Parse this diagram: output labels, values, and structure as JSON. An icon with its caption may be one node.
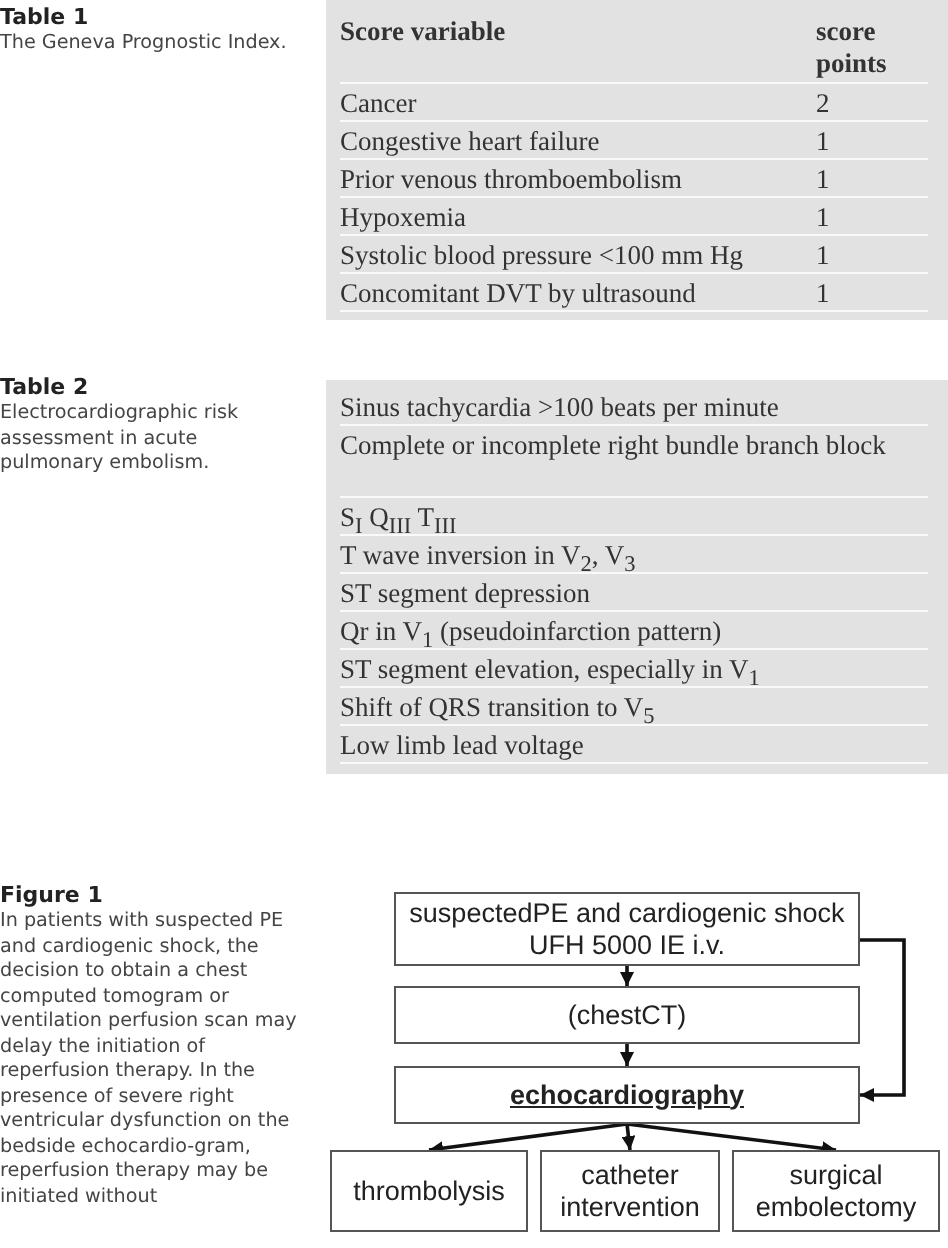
{
  "diagram": {
    "nodes": [
      {
        "text": [
          "suspectedPE and cardiogenic shock UFH 5000 IE i.v."
        ]
      },
      {
        "text": [
          "(chestCT)"
        ]
      },
      {
        "text": [
          "echocardiography"
        ]
      },
      {
        "text": [
          "thrombolysis"
        ]
      },
      {
        "text": [
          "catheter intervention"
        ]
      },
      {
        "text": [
          "surgical embolectomy"
        ]
      }
    ],
    "edges": [
      {
        "from": 0,
        "to": 1,
        "arrow": "to"
      },
      {
        "from": 1,
        "to": 2,
        "arrow": "to"
      },
      {
        "from": 0,
        "to": 2,
        "arrow": "to"
      },
      {
        "from": 2,
        "to": 3,
        "arrow": "to"
      },
      {
        "from": 2,
        "to": 4,
        "arrow": "to"
      },
      {
        "from": 2,
        "to": 5,
        "arrow": "to"
      }
    ],
    "labels": [
      "Table 1",
      "The Geneva Prognostic Index.",
      "Score variable",
      "score points",
      "Cancer",
      "2",
      "Congestive heart failure",
      "1",
      "Prior venous thromboembolism",
      "1",
      "Hypoxemia",
      "1",
      "Systolic blood pressure <100 mm Hg",
      "1",
      "Concomitant DVT by ultrasound",
      "1",
      "Table 2",
      "Electrocardiographic risk assessment in acute pulmonary embolism.",
      "Sinus tachycardia >100 beats per minute",
      "Complete or incomplete right bundle branch block",
      "S$_{I}$ Q$_{III}$ T$_{III}$",
      "T wave inversion in V$_{2}$, V$_{3}$",
      "ST segment depression",
      "Qr in V$_{1}$ (pseudoinfarction pattern)",
      "ST segment elevation, especially in V$_{1}$",
      "Shift of QRS transition to V$_{5}$",
      "Low limb lead voltage",
      "Figure 1",
      "In patients with suspected PE and cardiogenic shock, the decision to obtain a chest computed tomogram or ventilation perfusion scan may delay the initiation of reperfusion therapy. In the presence of severe right ventricular dysfunction on the bedside echocardio-gram, reperfusion therapy may be initiated without"
    ]
  }
}
